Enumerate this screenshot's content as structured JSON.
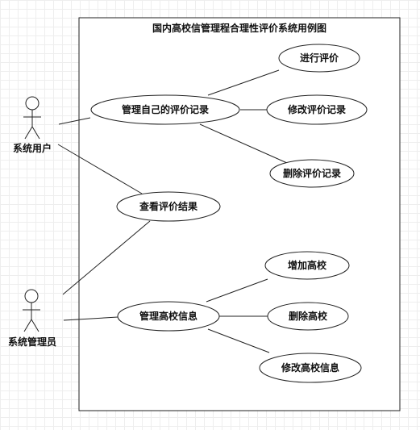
{
  "system": {
    "title": "国内高校信管理程合理性评价系统用例图"
  },
  "actors": {
    "user": "系统用户",
    "admin": "系统管理员"
  },
  "use_cases": {
    "manage_records": "管理自己的评价记录",
    "evaluate": "进行评价",
    "edit_record": "修改评价记录",
    "delete_record": "删除评价记录",
    "view_results": "查看评价结果",
    "add_school": "增加高校",
    "manage_school": "管理高校信息",
    "delete_school": "删除高校",
    "edit_school": "修改高校信息"
  }
}
